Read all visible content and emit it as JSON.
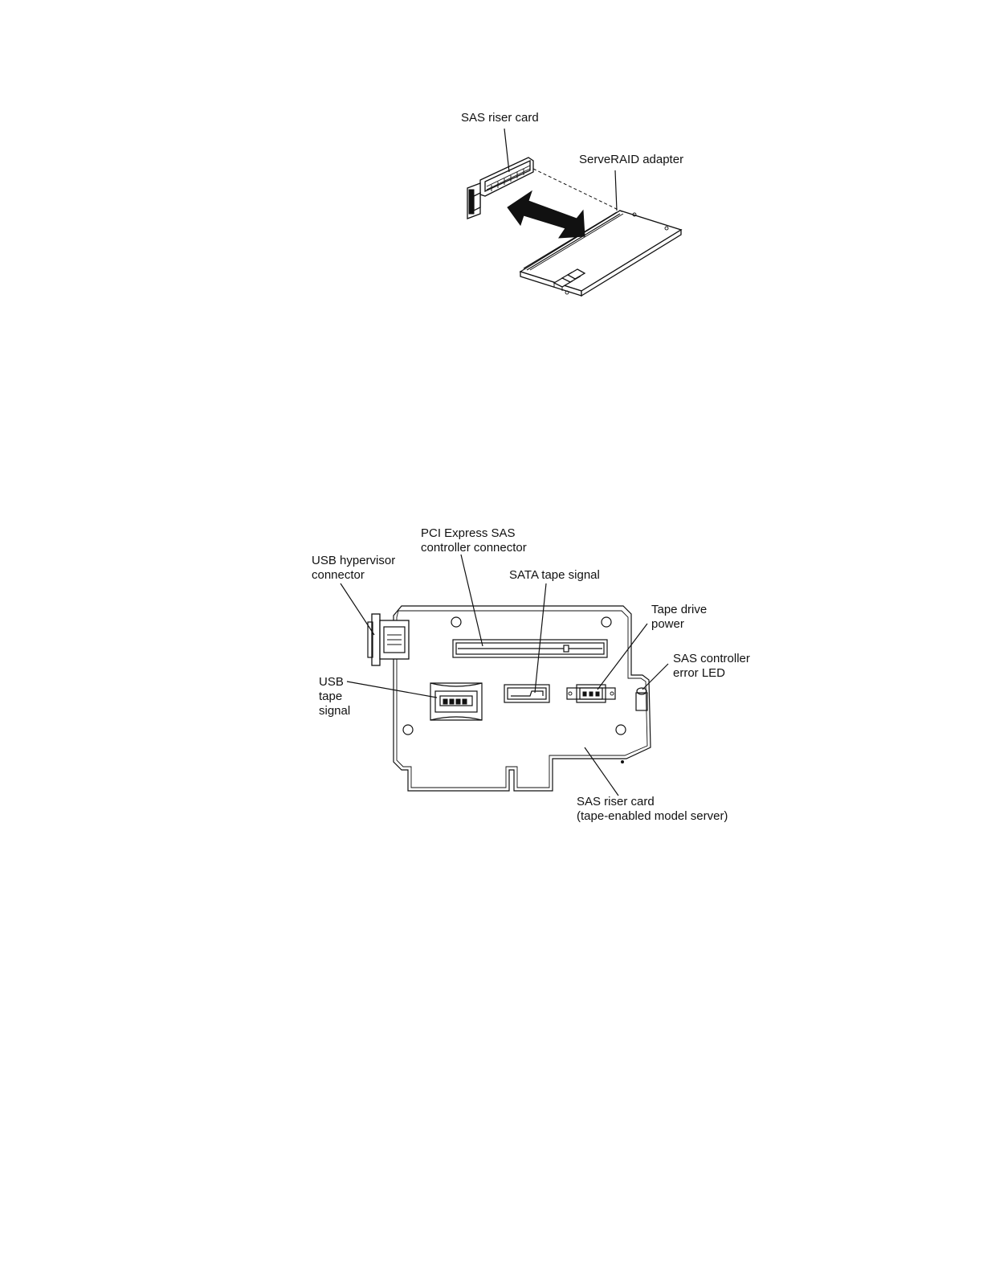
{
  "figure1": {
    "labels": {
      "sas_riser_card": "SAS riser card",
      "serveraid_adapter": "ServeRAID adapter"
    }
  },
  "figure2": {
    "labels": {
      "pci_express_line1": "PCI Express SAS",
      "pci_express_line2": "controller connector",
      "usb_hypervisor_line1": "USB hypervisor",
      "usb_hypervisor_line2": "connector",
      "sata_tape_signal": "SATA tape signal",
      "tape_drive_power_line1": "Tape drive",
      "tape_drive_power_line2": "power",
      "sas_controller_led_line1": "SAS controller",
      "sas_controller_led_line2": "error LED",
      "usb_tape_line1": "USB",
      "usb_tape_line2": "tape",
      "usb_tape_line3": "signal",
      "sas_riser_card_line1": "SAS riser card",
      "sas_riser_card_line2": "(tape-enabled model server)"
    }
  }
}
